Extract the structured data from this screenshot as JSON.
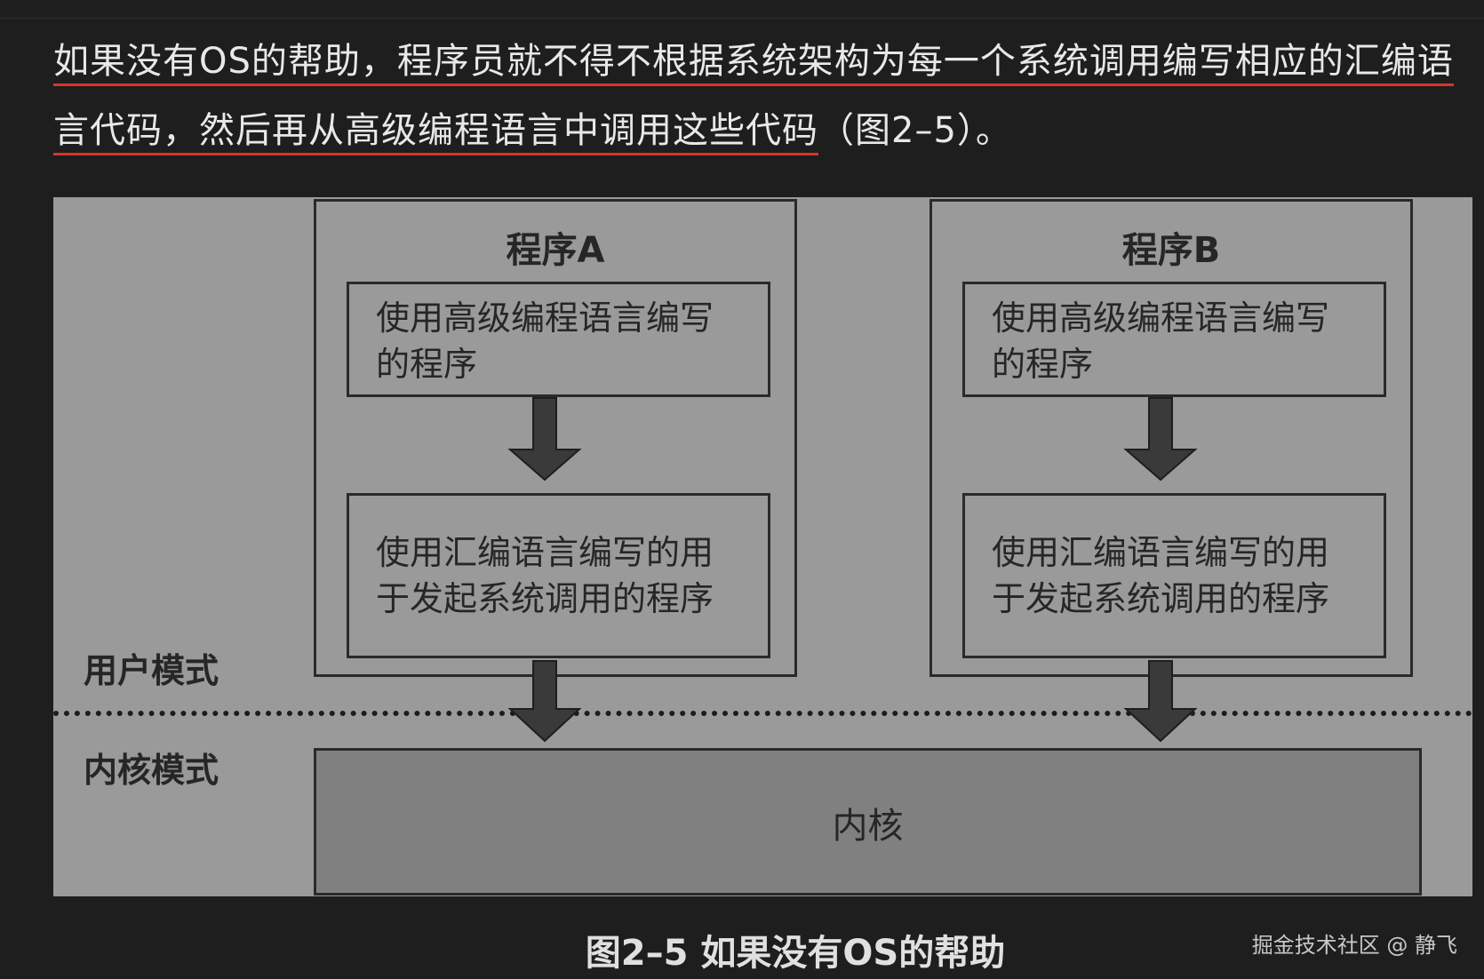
{
  "paragraph": {
    "underlined_part": "如果没有OS的帮助，程序员就不得不根据系统架构为每一个系统调用编写相应的汇编语言代码，然后再从高级编程语言中调用这些代码",
    "rest": "（图2–5）。"
  },
  "figure": {
    "program_a": {
      "title": "程序A",
      "high_level": "使用高级编程语言编写的程序",
      "assembly": "使用汇编语言编写的用于发起系统调用的程序"
    },
    "program_b": {
      "title": "程序B",
      "high_level": "使用高级编程语言编写的程序",
      "assembly": "使用汇编语言编写的用于发起系统调用的程序"
    },
    "user_mode_label": "用户模式",
    "kernel_mode_label": "内核模式",
    "kernel_label": "内核"
  },
  "caption": "图2–5 如果没有OS的帮助",
  "watermark": "掘金技术社区 @ 静飞"
}
